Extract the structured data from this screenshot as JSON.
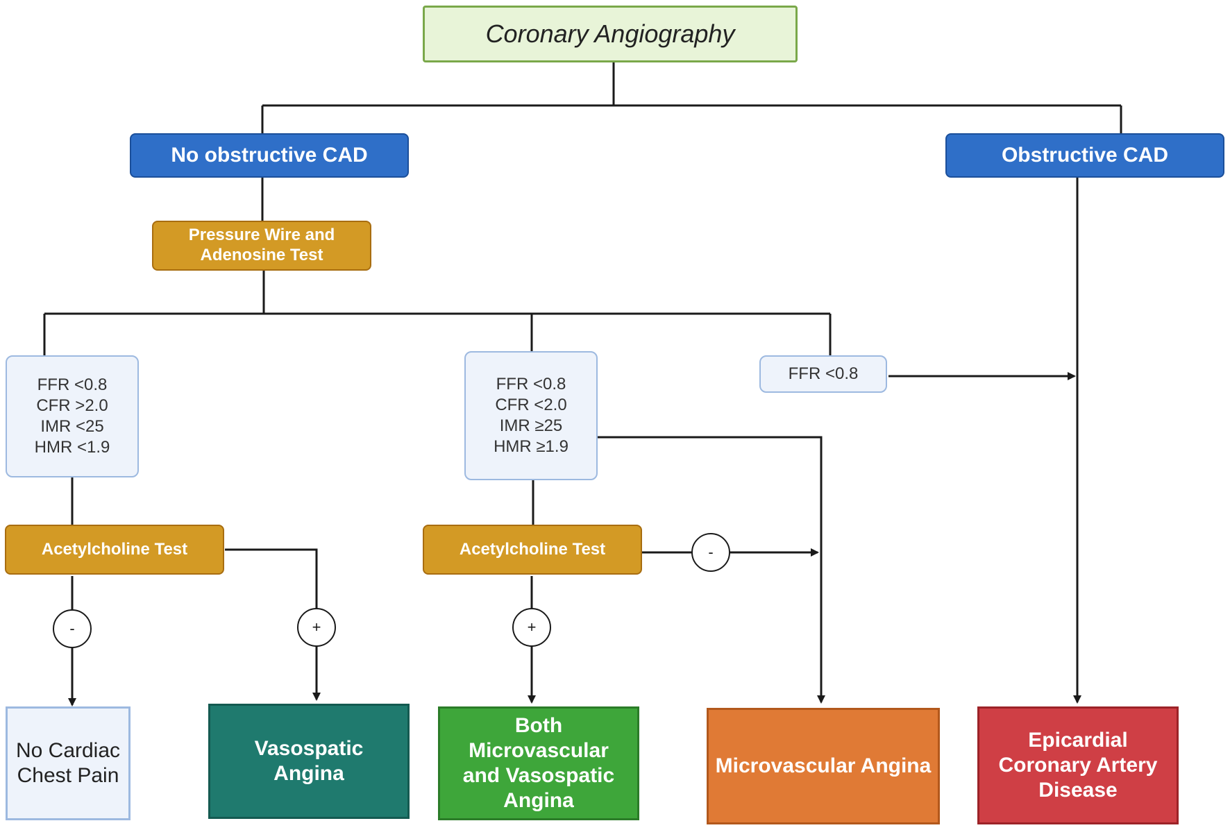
{
  "root": {
    "title": "Coronary Angiography",
    "fill": "#e8f4d8",
    "stroke": "#7aa84a"
  },
  "branches": {
    "left": {
      "label": "No obstructive CAD"
    },
    "right": {
      "label": "Obstructive CAD"
    }
  },
  "tests": {
    "pressure_wire": "Pressure Wire and Adenosine Test",
    "ach_left": "Acetylcholine Test",
    "ach_mid": "Acetylcholine Test"
  },
  "criteria": {
    "normal": [
      "FFR <0.8",
      "CFR >2.0",
      "IMR <25",
      "HMR <1.9"
    ],
    "microvascular": [
      "FFR <0.8",
      "CFR <2.0",
      "IMR ≥25",
      "HMR ≥1.9"
    ],
    "ffr_only": "FFR <0.8"
  },
  "signs": {
    "left_negative": "-",
    "left_positive": "+",
    "mid_positive": "+",
    "mid_negative": "-"
  },
  "outcomes": {
    "no_cardiac": {
      "label": "No Cardiac Chest Pain",
      "fill": "#eef3fb",
      "text": "#222222"
    },
    "vasospastic": {
      "label": "Vasospatic Angina",
      "fill": "#1f7a6e",
      "text": "#ffffff"
    },
    "both": {
      "label": "Both Microvascular and Vasospatic Angina",
      "fill": "#3ea63a",
      "text": "#ffffff"
    },
    "microvascular": {
      "label": "Microvascular Angina",
      "fill": "#e07a35",
      "text": "#ffffff"
    },
    "epicardial": {
      "label": "Epicardial Coronary Artery Disease",
      "fill": "#cf3f45",
      "text": "#ffffff"
    }
  }
}
